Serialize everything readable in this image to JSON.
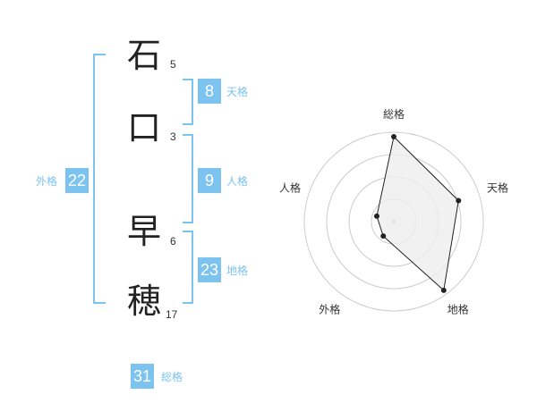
{
  "name": {
    "characters": [
      {
        "char": "石",
        "strokes": "5"
      },
      {
        "char": "口",
        "strokes": "3"
      },
      {
        "char": "早",
        "strokes": "6"
      },
      {
        "char": "穂",
        "strokes": "17"
      }
    ]
  },
  "kaku": {
    "tenkaku": {
      "value": "8",
      "label": "天格"
    },
    "jinkaku": {
      "value": "9",
      "label": "人格"
    },
    "chikaku": {
      "value": "23",
      "label": "地格"
    },
    "gaikaku": {
      "value": "22",
      "label": "外格"
    },
    "soukaku": {
      "value": "31",
      "label": "総格"
    }
  },
  "colors": {
    "accent": "#7cc3ef",
    "text": "#222222",
    "radar_fill": "#eeeeee",
    "radar_line": "#222222",
    "radar_ring": "#cccccc"
  },
  "chart_data": {
    "type": "radar",
    "axes": [
      "総格",
      "天格",
      "地格",
      "外格",
      "人格"
    ],
    "values": [
      5,
      4,
      5,
      1,
      1
    ],
    "range": [
      0,
      5
    ],
    "rings": 4
  }
}
